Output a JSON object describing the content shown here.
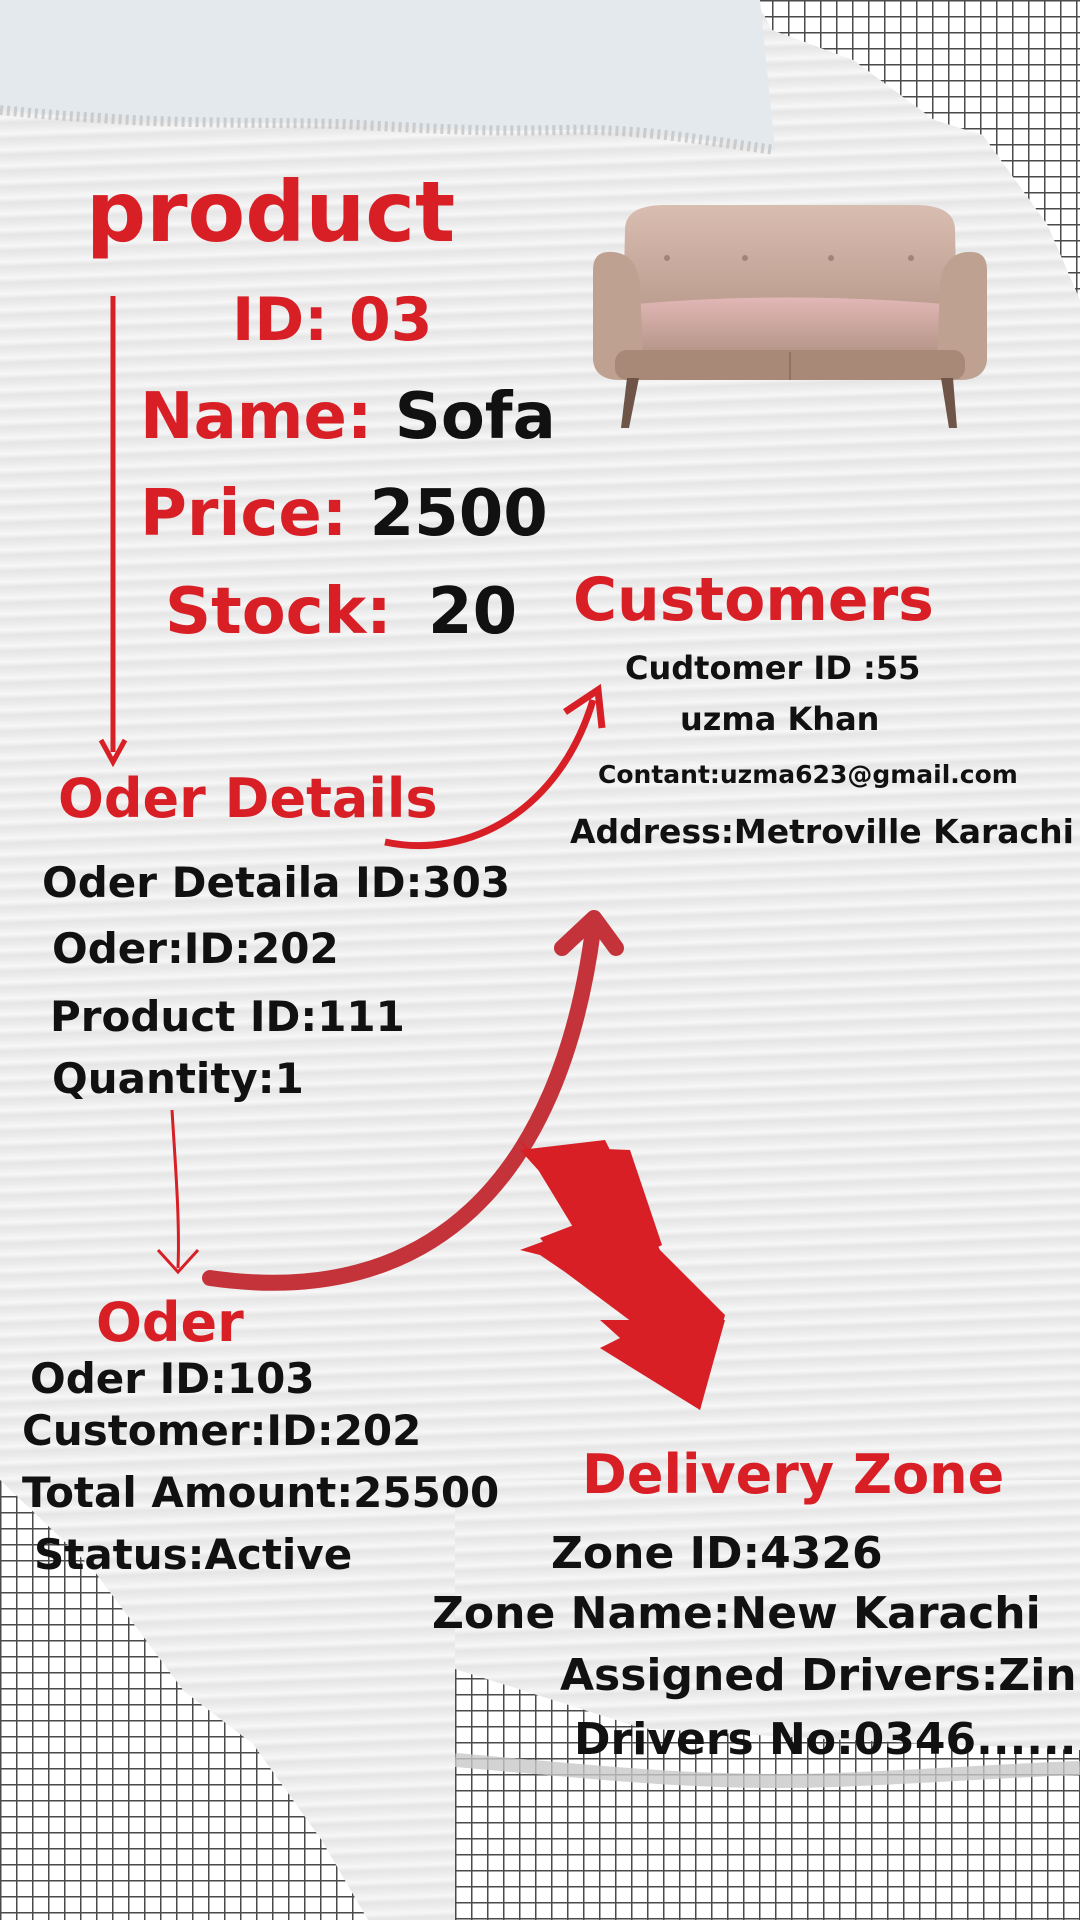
{
  "product": {
    "title": "product",
    "id_label": "ID: 03",
    "name_label": "Name:",
    "name_value": "Sofa",
    "price_label": "Price:",
    "price_value": "2500",
    "stock_label": "Stock:",
    "stock_value": "20"
  },
  "customers": {
    "title": "Customers",
    "customer_id": "Cudtomer ID :55",
    "name": "uzma Khan",
    "contact": "Contant:uzma623@gmail.com",
    "address": "Address:Metroville Karachi"
  },
  "order_details": {
    "title": "Oder Details",
    "detail_id": "Oder Detaila ID:303",
    "order_id": "Oder:ID:202",
    "product_id": "Product ID:111",
    "quantity": "Quantity:1"
  },
  "order": {
    "title": "Oder",
    "order_id": "Oder ID:103",
    "customer_id": "Customer:ID:202",
    "total_amount": "Total Amount:25500",
    "status": "Status:Active"
  },
  "delivery_zone": {
    "title": "Delivery Zone",
    "zone_id": "Zone ID:4326",
    "zone_name": "Zone Name:New Karachi",
    "assigned_drivers": "Assigned Drivers:Zin",
    "drivers_no": "Drivers No:0346......."
  },
  "colors": {
    "accent_red": "#d81f26",
    "text_black": "#111111"
  },
  "illustration": "sofa-image"
}
